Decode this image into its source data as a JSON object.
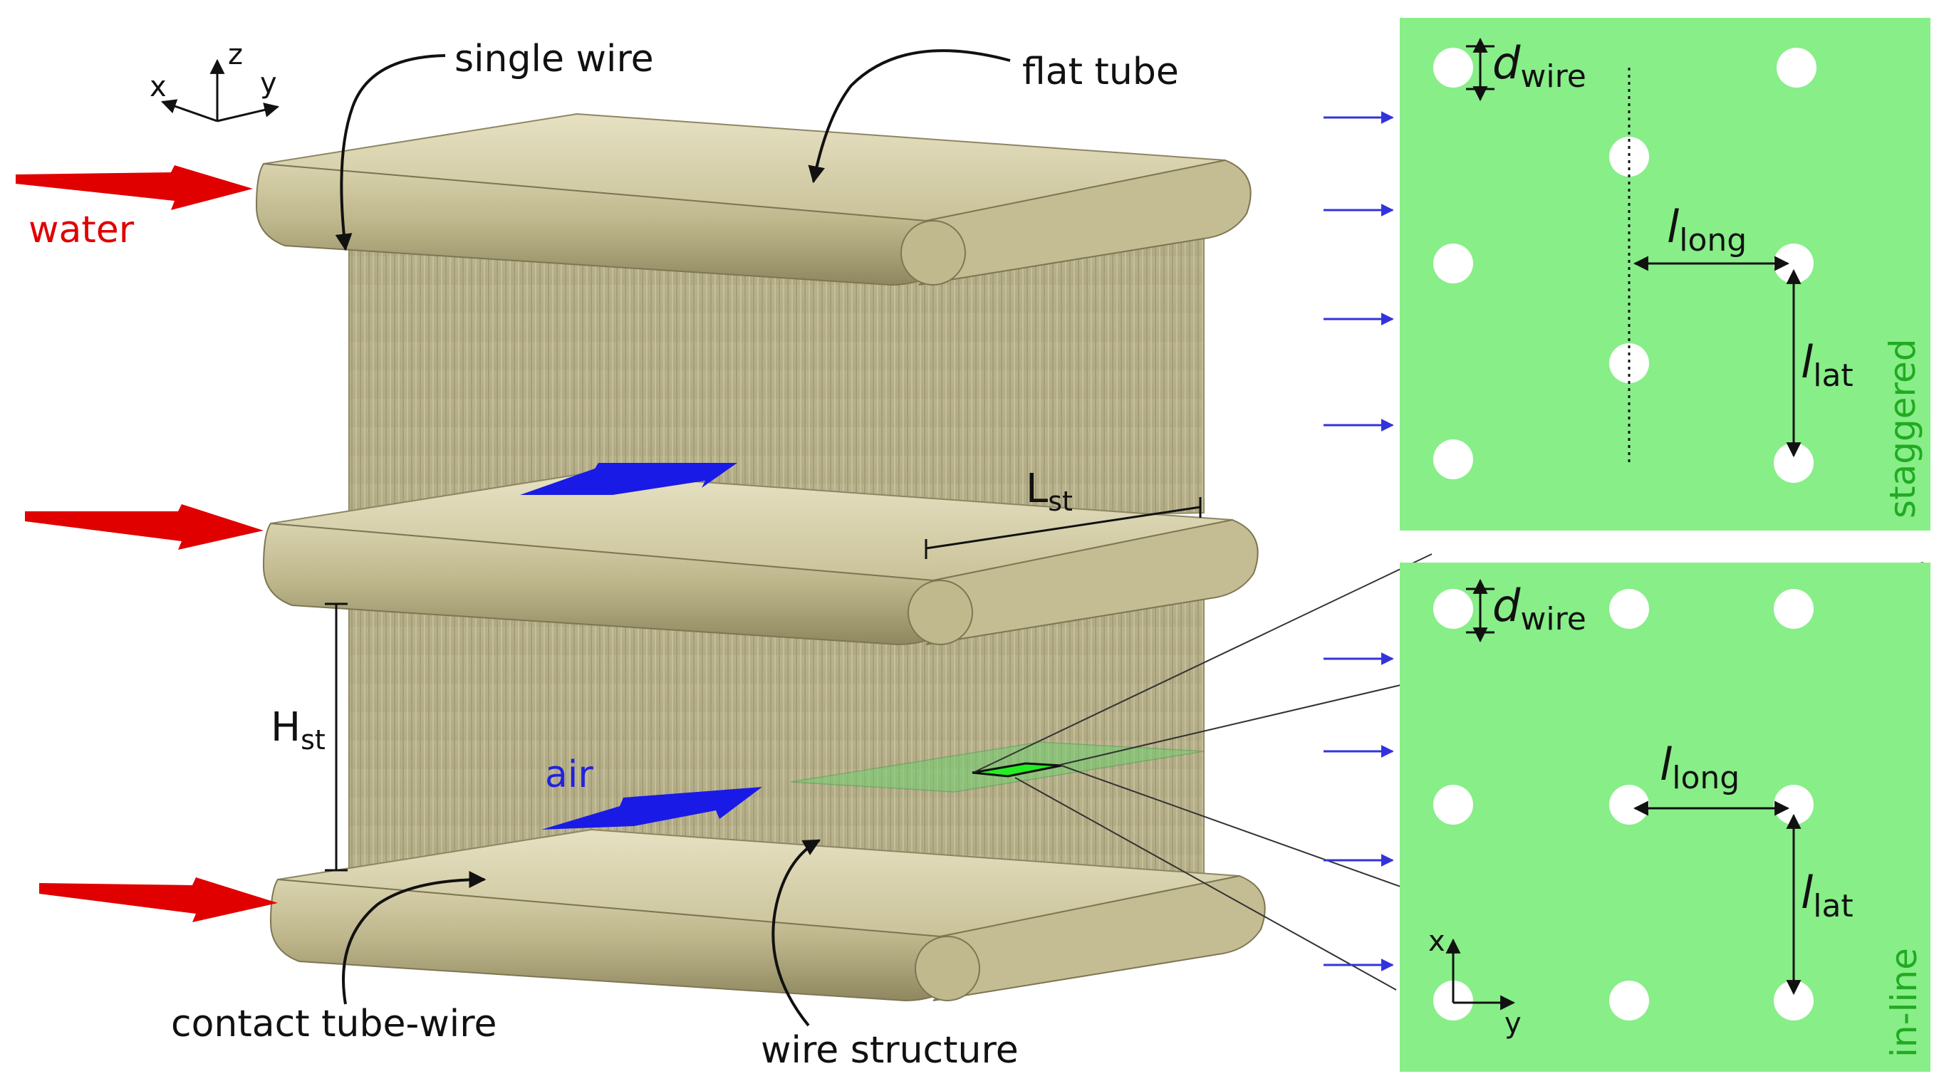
{
  "labels": {
    "single_wire": "single wire",
    "flat_tube": "flat tube",
    "water": "water",
    "air": "air",
    "l_st": "L",
    "l_st_sub": "st",
    "h_st": "H",
    "h_st_sub": "st",
    "contact": "contact tube-wire",
    "wire_structure": "wire structure"
  },
  "axes_3d": {
    "x": "x",
    "y": "y",
    "z": "z"
  },
  "panel_staggered": {
    "name": "staggered",
    "d_main": "d",
    "d_sub": "wire",
    "l_long_main": "l",
    "l_long_sub": "long",
    "l_lat_main": "l",
    "l_lat_sub": "lat"
  },
  "panel_inline": {
    "name": "in-line",
    "d_main": "d",
    "d_sub": "wire",
    "l_long_main": "l",
    "l_long_sub": "long",
    "l_lat_main": "l",
    "l_lat_sub": "lat",
    "axis_x": "x",
    "axis_y": "y"
  },
  "colors": {
    "water_arrow": "#e00000",
    "air_arrow": "#1a1ae6",
    "water_text": "#e00000",
    "air_text": "#2222dd",
    "tube": "#cfc9a3",
    "panel_green": "#88ee88",
    "panel_text": "#22aa22"
  }
}
